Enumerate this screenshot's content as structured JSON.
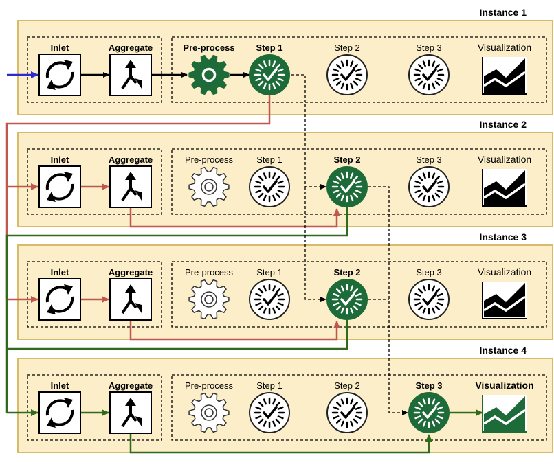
{
  "colors": {
    "panel_fill": "#fbeec8",
    "panel_stroke": "#d8bb6a",
    "green": "#1e6b3a",
    "green_edge": "#2f6b1a",
    "red_edge": "#c0574f",
    "blue_edge": "#2b2bd0",
    "black": "#000000"
  },
  "instances": [
    {
      "title": "Instance 1",
      "inlet": "Inlet",
      "aggregate": "Aggregate",
      "preprocess": "Pre-process",
      "step1": "Step 1",
      "step2": "Step 2",
      "step3": "Step 3",
      "visualization": "Visualization",
      "active": [
        "preprocess",
        "step1"
      ],
      "viz_active": false
    },
    {
      "title": "Instance 2",
      "inlet": "Inlet",
      "aggregate": "Aggregate",
      "preprocess": "Pre-process",
      "step1": "Step 1",
      "step2": "Step 2",
      "step3": "Step 3",
      "visualization": "Visualization",
      "active": [
        "step2"
      ],
      "viz_active": false
    },
    {
      "title": "Instance 3",
      "inlet": "Inlet",
      "aggregate": "Aggregate",
      "preprocess": "Pre-process",
      "step1": "Step 1",
      "step2": "Step 2",
      "step3": "Step 3",
      "visualization": "Visualization",
      "active": [
        "step2"
      ],
      "viz_active": false
    },
    {
      "title": "Instance 4",
      "inlet": "Inlet",
      "aggregate": "Aggregate",
      "preprocess": "Pre-process",
      "step1": "Step 1",
      "step2": "Step 2",
      "step3": "Step 3",
      "visualization": "Visualization",
      "active": [
        "step3"
      ],
      "viz_active": true
    }
  ],
  "icons": {
    "inlet": "refresh-cycle-icon",
    "aggregate": "merge-arrows-icon",
    "preprocess": "gear-icon",
    "step": "check-badge-icon",
    "visualization": "area-chart-icon"
  }
}
